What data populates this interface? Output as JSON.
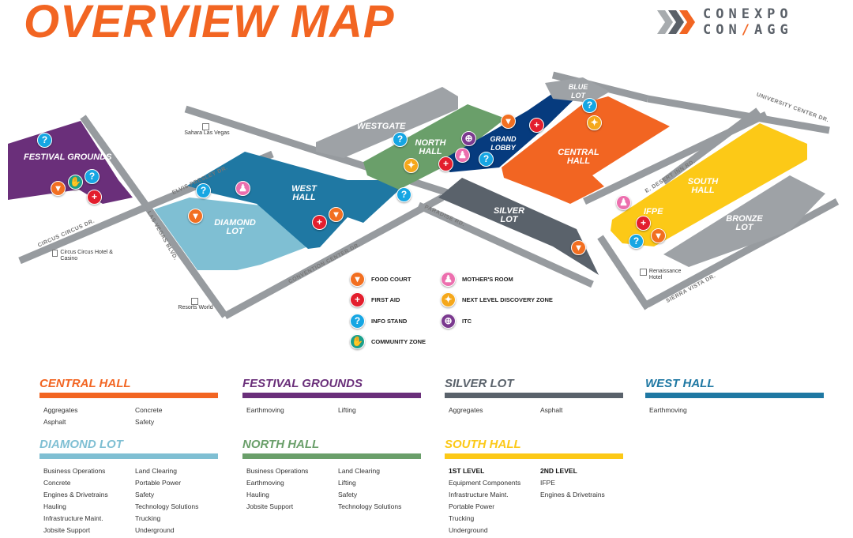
{
  "title": "OVERVIEW MAP",
  "logo": {
    "line1": "CONEXPO",
    "line2a": "CON",
    "slash": "/",
    "line2b": "AGG"
  },
  "areas": {
    "festival": "FESTIVAL GROUNDS",
    "west": "WEST HALL",
    "diamond": "DIAMOND LOT",
    "westgate": "WESTGATE",
    "north": "NORTH HALL",
    "grand": "GRAND LOBBY",
    "blue": "BLUE LOT",
    "central": "CENTRAL HALL",
    "south": "SOUTH HALL",
    "ifpe": "IFPE",
    "silver": "SILVER LOT",
    "bronze": "BRONZE LOT"
  },
  "roads": {
    "elvis": "ELVIS PRESLEY DR.",
    "circus": "CIRCUS CIRCUS DR.",
    "lvblvd": "LAS VEGAS BLVD.",
    "convention": "CONVENTION CENTER DR.",
    "paradise": "PARADISE RD.",
    "desert": "E. DESERT INN RD.",
    "university": "UNIVERSITY CENTER DR.",
    "sierra": "SIERRA VISTA DR."
  },
  "places": {
    "sahara": "Sahara Las Vegas",
    "circus": "Circus Circus Hotel & Casino",
    "resorts": "Resorts World",
    "renaissance": "Renaissance Hotel"
  },
  "legend": {
    "food": "FOOD COURT",
    "aid": "FIRST AID",
    "info": "INFO STAND",
    "community": "COMMUNITY ZONE",
    "mother": "MOTHER'S ROOM",
    "discovery": "NEXT LEVEL DISCOVERY ZONE",
    "itc": "ITC"
  },
  "colors": {
    "orange": "#f26522",
    "purple": "#6a2f7a",
    "silver": "#5a626b",
    "westhall": "#1f78a3",
    "diamond": "#7fbfd3",
    "north": "#6a9f6a",
    "yellow": "#fcc917",
    "navy": "#063b7e"
  },
  "sections": [
    {
      "title": "CENTRAL HALL",
      "color": "#f26522",
      "col1": [
        "Aggregates",
        "Asphalt"
      ],
      "col2": [
        "Concrete",
        "Safety"
      ]
    },
    {
      "title": "FESTIVAL GROUNDS",
      "color": "#6a2f7a",
      "col1": [
        "Earthmoving"
      ],
      "col2": [
        "Lifting"
      ]
    },
    {
      "title": "SILVER LOT",
      "color": "#5a626b",
      "col1": [
        "Aggregates"
      ],
      "col2": [
        "Asphalt"
      ]
    },
    {
      "title": "WEST HALL",
      "color": "#1f78a3",
      "col1": [
        "Earthmoving"
      ],
      "col2": []
    },
    {
      "title": "DIAMOND LOT",
      "color": "#7fbfd3",
      "col1": [
        "Business Operations",
        "Concrete",
        "Engines & Drivetrains",
        "Hauling",
        "Infrastructure Maint.",
        "Jobsite Support"
      ],
      "col2": [
        "Land Clearing",
        "Portable Power",
        "Safety",
        "Technology Solutions",
        "Trucking",
        "Underground"
      ]
    },
    {
      "title": "NORTH HALL",
      "color": "#6a9f6a",
      "col1": [
        "Business Operations",
        "Earthmoving",
        "Hauling",
        "Jobsite Support"
      ],
      "col2": [
        "Land Clearing",
        "Lifting",
        "Safety",
        "Technology Solutions"
      ]
    },
    {
      "title": "SOUTH HALL",
      "color": "#fcc917",
      "col1": [
        "1ST LEVEL",
        "Equipment Components",
        "Infrastructure Maint.",
        "Portable Power",
        "Trucking",
        "Underground"
      ],
      "col2": [
        "2ND LEVEL",
        "IFPE",
        "Engines & Drivetrains"
      ]
    }
  ]
}
